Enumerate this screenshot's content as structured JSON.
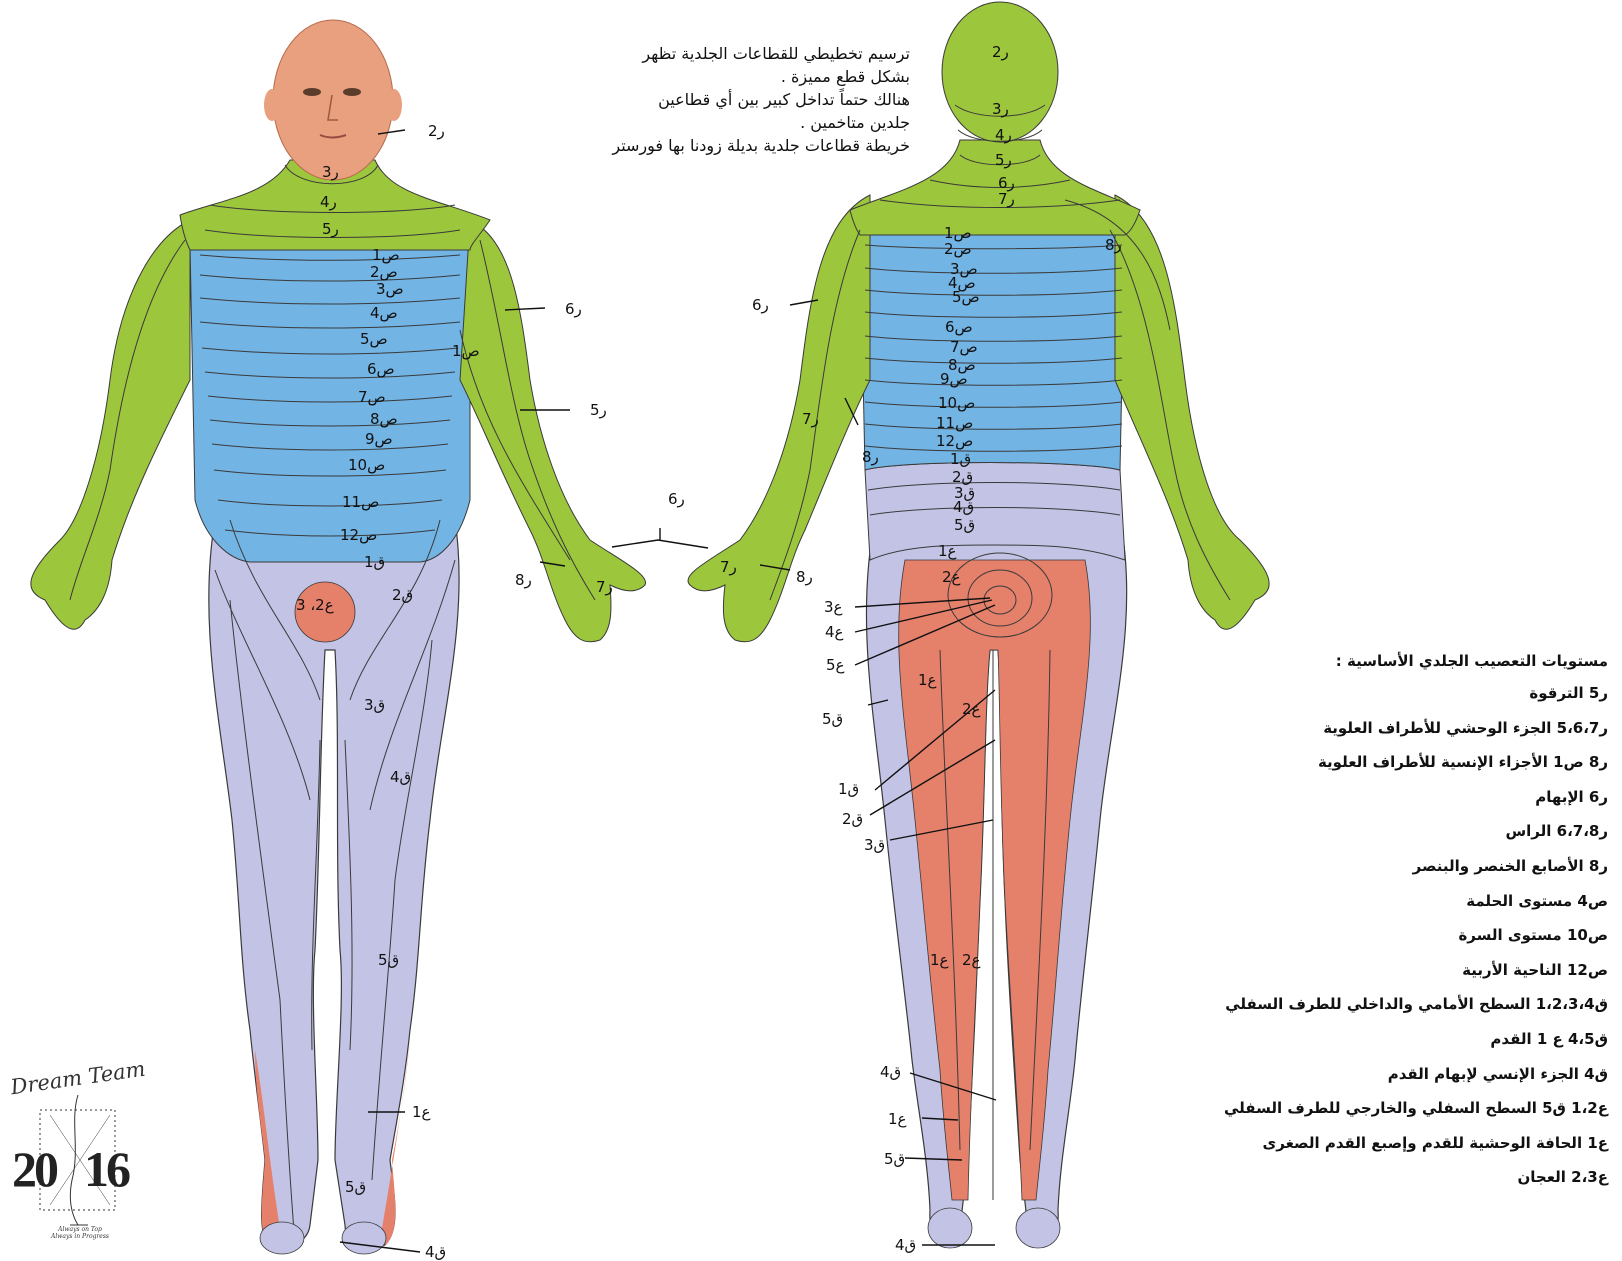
{
  "intro_text": [
    "ترسيم تخطيطي للقطاعات الجلدية تظهر",
    "بشكل قطع مميزة .",
    "هنالك حتماً تداخل كبير بين أي قطاعين",
    "جلدين متاخمين .",
    "خريطة قطاعات جلدية بديلة زودنا بها فورستر"
  ],
  "legend": {
    "title": "مستويات التعصيب الجلدي الأساسية :",
    "items": [
      "ر5 الترقوة",
      "ر5،6،7 الجزء الوحشي للأطراف العلوية",
      "ر8 ص1 الأجزاء الإنسية للأطراف العلوية",
      "ر6 الإبهام",
      "ر6،7،8 الراس",
      "ر8 الأصابع الخنصر والبنصر",
      "ص4 مستوى الحلمة",
      "ص10 مستوى السرة",
      "ص12 الناحية الأربية",
      "ق1،2،3،4 السطح الأمامي والداخلي للطرف السفلي",
      "ق4،5 ع 1 القدم",
      "ق4 الجزء الإنسي لإبهام القدم",
      "ع1،2 ق5 السطح السفلي والخارجي للطرف السفلي",
      "ع1 الحافة الوحشية للقدم وإصبع القدم الصغرى",
      "ع2،3 العجان"
    ]
  },
  "logo": {
    "title": "Dream Team",
    "year_left": "20",
    "year_right": "16",
    "tagline_1": "Always on Top",
    "tagline_2": "Always in Progress"
  },
  "colors": {
    "skin_head": "#e8a07e",
    "cervical_green": "#9cc63c",
    "thoracic_blue": "#72b4e4",
    "lumbar_lavender": "#c3c3e6",
    "sacral_red": "#e5806a",
    "line": "#3a3a3a"
  },
  "front_labels": {
    "c2_face": "ر2",
    "c3": "ر3",
    "c4": "ر4",
    "c5": "ر5",
    "t1": "ص1",
    "t2": "ص2",
    "t3": "ص3",
    "t4": "ص4",
    "t5": "ص5",
    "t6": "ص6",
    "t7": "ص7",
    "t8": "ص8",
    "t9": "ص9",
    "t10": "ص10",
    "t11": "ص11",
    "t12": "ص12",
    "t1_arm": "ص1",
    "c6_arm": "ر6",
    "c5_arm": "ر5",
    "l1": "ق1",
    "l2": "ق2",
    "s23": "ع2، 3",
    "l3": "ق3",
    "l4": "ق4",
    "l5": "ق5",
    "s1_foot": "ع1",
    "l5_foot": "ق5",
    "l4_foot": "ق4",
    "c8_hand_r": "ر8",
    "c7_hand_r": "ر7"
  },
  "middle_labels": {
    "c6_hands": "ر6",
    "c7_hand_l": "ر7",
    "c8_hand_l": "ر8"
  },
  "back_labels": {
    "c2": "ر2",
    "c3": "ر3",
    "c4": "ر4",
    "c5": "ر5",
    "c6": "ر6",
    "c7": "ر7",
    "c8_shoulder": "ر8",
    "c6_arm": "ر6",
    "c7_arm": "ر7",
    "c8_arm": "ر8",
    "t1": "ص1",
    "t2": "ص2",
    "t3": "ص3",
    "t4": "ص4",
    "t5": "ص5",
    "t6": "ص6",
    "t7": "ص7",
    "t8": "ص8",
    "t9": "ص9",
    "t10": "ص10",
    "t11": "ص11",
    "t12": "ص12",
    "l1": "ق1",
    "l2": "ق2",
    "l3": "ق3",
    "l4": "ق4",
    "l5": "ق5",
    "s1": "ع1",
    "s2": "ع2",
    "s3": "ع3",
    "s4": "ع4",
    "s5": "ع5",
    "s1_thigh": "ع1",
    "s2_thigh": "ع2",
    "l5_side": "ق5",
    "l1_side": "ق1",
    "l2_side": "ق2",
    "l3_side": "ق3",
    "s1_leg": "ع1",
    "s2_leg": "ع2",
    "l4_ankle": "ق4",
    "s1_ankle": "ع1",
    "l5_ankle": "ق5",
    "l4_foot": "ق4"
  }
}
